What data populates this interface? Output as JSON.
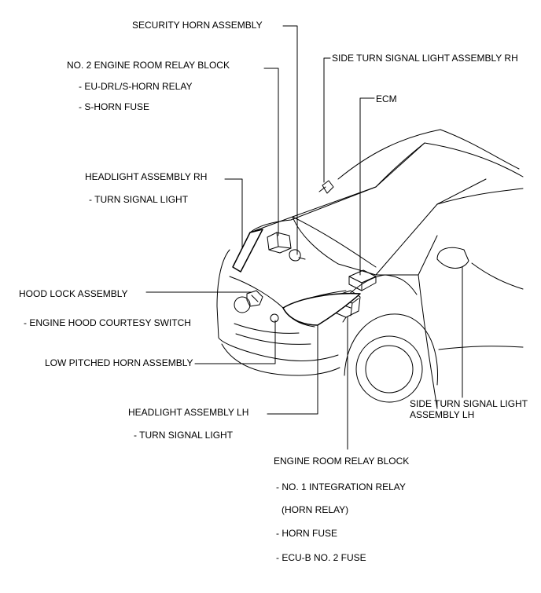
{
  "labels": {
    "security_horn": "SECURITY HORN ASSEMBLY",
    "no2_relay_block": "NO. 2 ENGINE ROOM RELAY BLOCK",
    "eu_drl_relay": "- EU-DRL/S-HORN RELAY",
    "s_horn_fuse": "- S-HORN FUSE",
    "side_turn_rh": "SIDE TURN SIGNAL LIGHT ASSEMBLY RH",
    "ecm": "ECM",
    "headlight_rh": "HEADLIGHT ASSEMBLY RH",
    "turn_signal_rh": "- TURN SIGNAL LIGHT",
    "hood_lock": "HOOD LOCK ASSEMBLY",
    "hood_courtesy": "- ENGINE HOOD COURTESY SWITCH",
    "low_horn": "LOW PITCHED HORN ASSEMBLY",
    "headlight_lh": "HEADLIGHT ASSEMBLY LH",
    "turn_signal_lh": "- TURN SIGNAL LIGHT",
    "side_turn_lh_1": "SIDE TURN SIGNAL LIGHT",
    "side_turn_lh_2": "ASSEMBLY LH",
    "engine_relay_block": "ENGINE ROOM RELAY BLOCK",
    "integration_relay": "- NO. 1 INTEGRATION RELAY",
    "horn_relay": "(HORN RELAY)",
    "horn_fuse": "- HORN FUSE",
    "ecu_b_fuse": "- ECU-B NO. 2 FUSE"
  }
}
